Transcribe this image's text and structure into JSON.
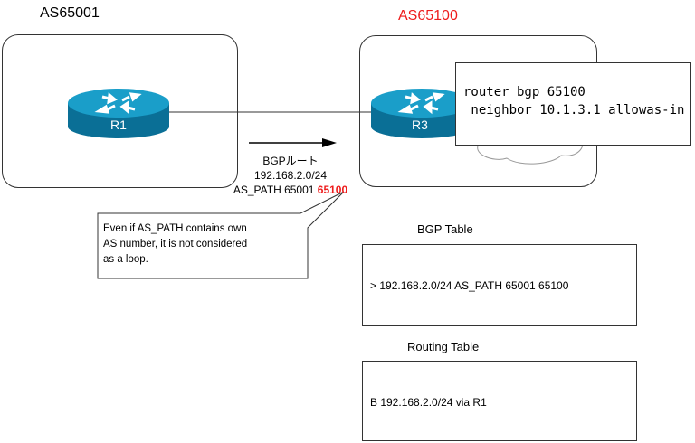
{
  "as_left": {
    "label": "AS65001"
  },
  "as_right": {
    "label": "AS65100",
    "label_color": "#ee1c1c"
  },
  "routers": [
    {
      "name": "R1",
      "icon": "router-icon"
    },
    {
      "name": "R3",
      "icon": "router-icon"
    }
  ],
  "config_box": {
    "lines": [
      "router bgp 65100",
      " neighbor 10.1.3.1 allowas-in"
    ]
  },
  "route_update": {
    "title": "BGPルート",
    "prefix": "192.168.2.0/24",
    "as_path_prefix": "AS_PATH 65001 ",
    "as_path_highlight": "65100",
    "highlight_color": "#ee1c1c"
  },
  "callout": {
    "lines": [
      "Even if AS_PATH contains own",
      "AS number, it is not considered",
      "as a loop."
    ]
  },
  "bgp_table": {
    "title": "BGP Table",
    "entry": "> 192.168.2.0/24 AS_PATH 65001 65100"
  },
  "routing_table": {
    "title": "Routing Table",
    "entry": "B 192.168.2.0/24 via R1"
  },
  "colors": {
    "router_top": "#1a9ec9",
    "router_body": "#0a6f96",
    "accent": "#ee1c1c"
  }
}
